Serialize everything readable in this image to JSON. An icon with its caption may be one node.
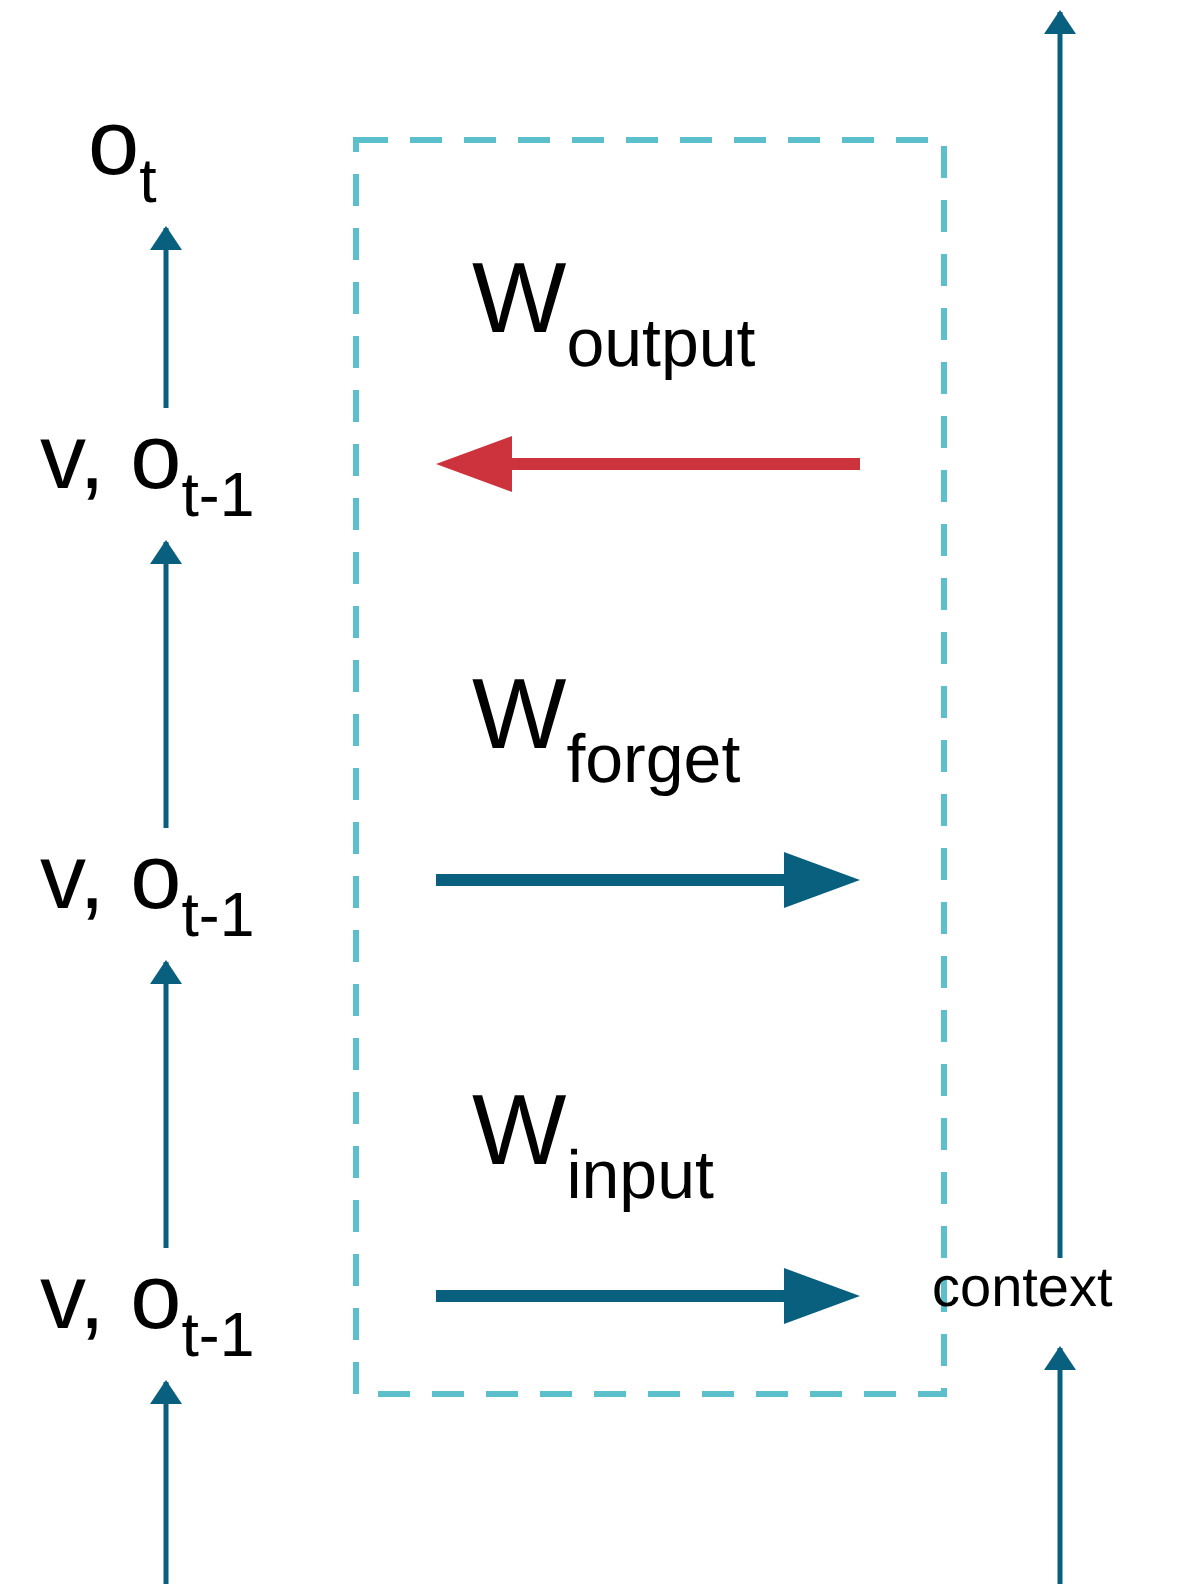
{
  "diagram": {
    "nodes": [
      {
        "text": [
          "o$_{t}$"
        ]
      },
      {
        "text": [
          "v, o$_{t-1}$"
        ]
      },
      {
        "text": [
          "v, o$_{t-1}$"
        ]
      },
      {
        "text": [
          "v, o$_{t-1}$"
        ]
      },
      {
        "text": [
          "context"
        ]
      }
    ],
    "edges": [
      {
        "from": 1,
        "to": 0,
        "arrow": "to"
      },
      {
        "from": 2,
        "to": 1,
        "arrow": "to"
      },
      {
        "from": 3,
        "to": 2,
        "arrow": "to"
      },
      {
        "from": null,
        "to": 3,
        "arrow": "to"
      },
      {
        "from": null,
        "to": 4,
        "arrow": "to"
      },
      {
        "from": 4,
        "to": null,
        "arrow": "to"
      }
    ],
    "labels": [
      "W$_{output}$",
      "W$_{forget}$",
      "W$_{input}$"
    ]
  }
}
